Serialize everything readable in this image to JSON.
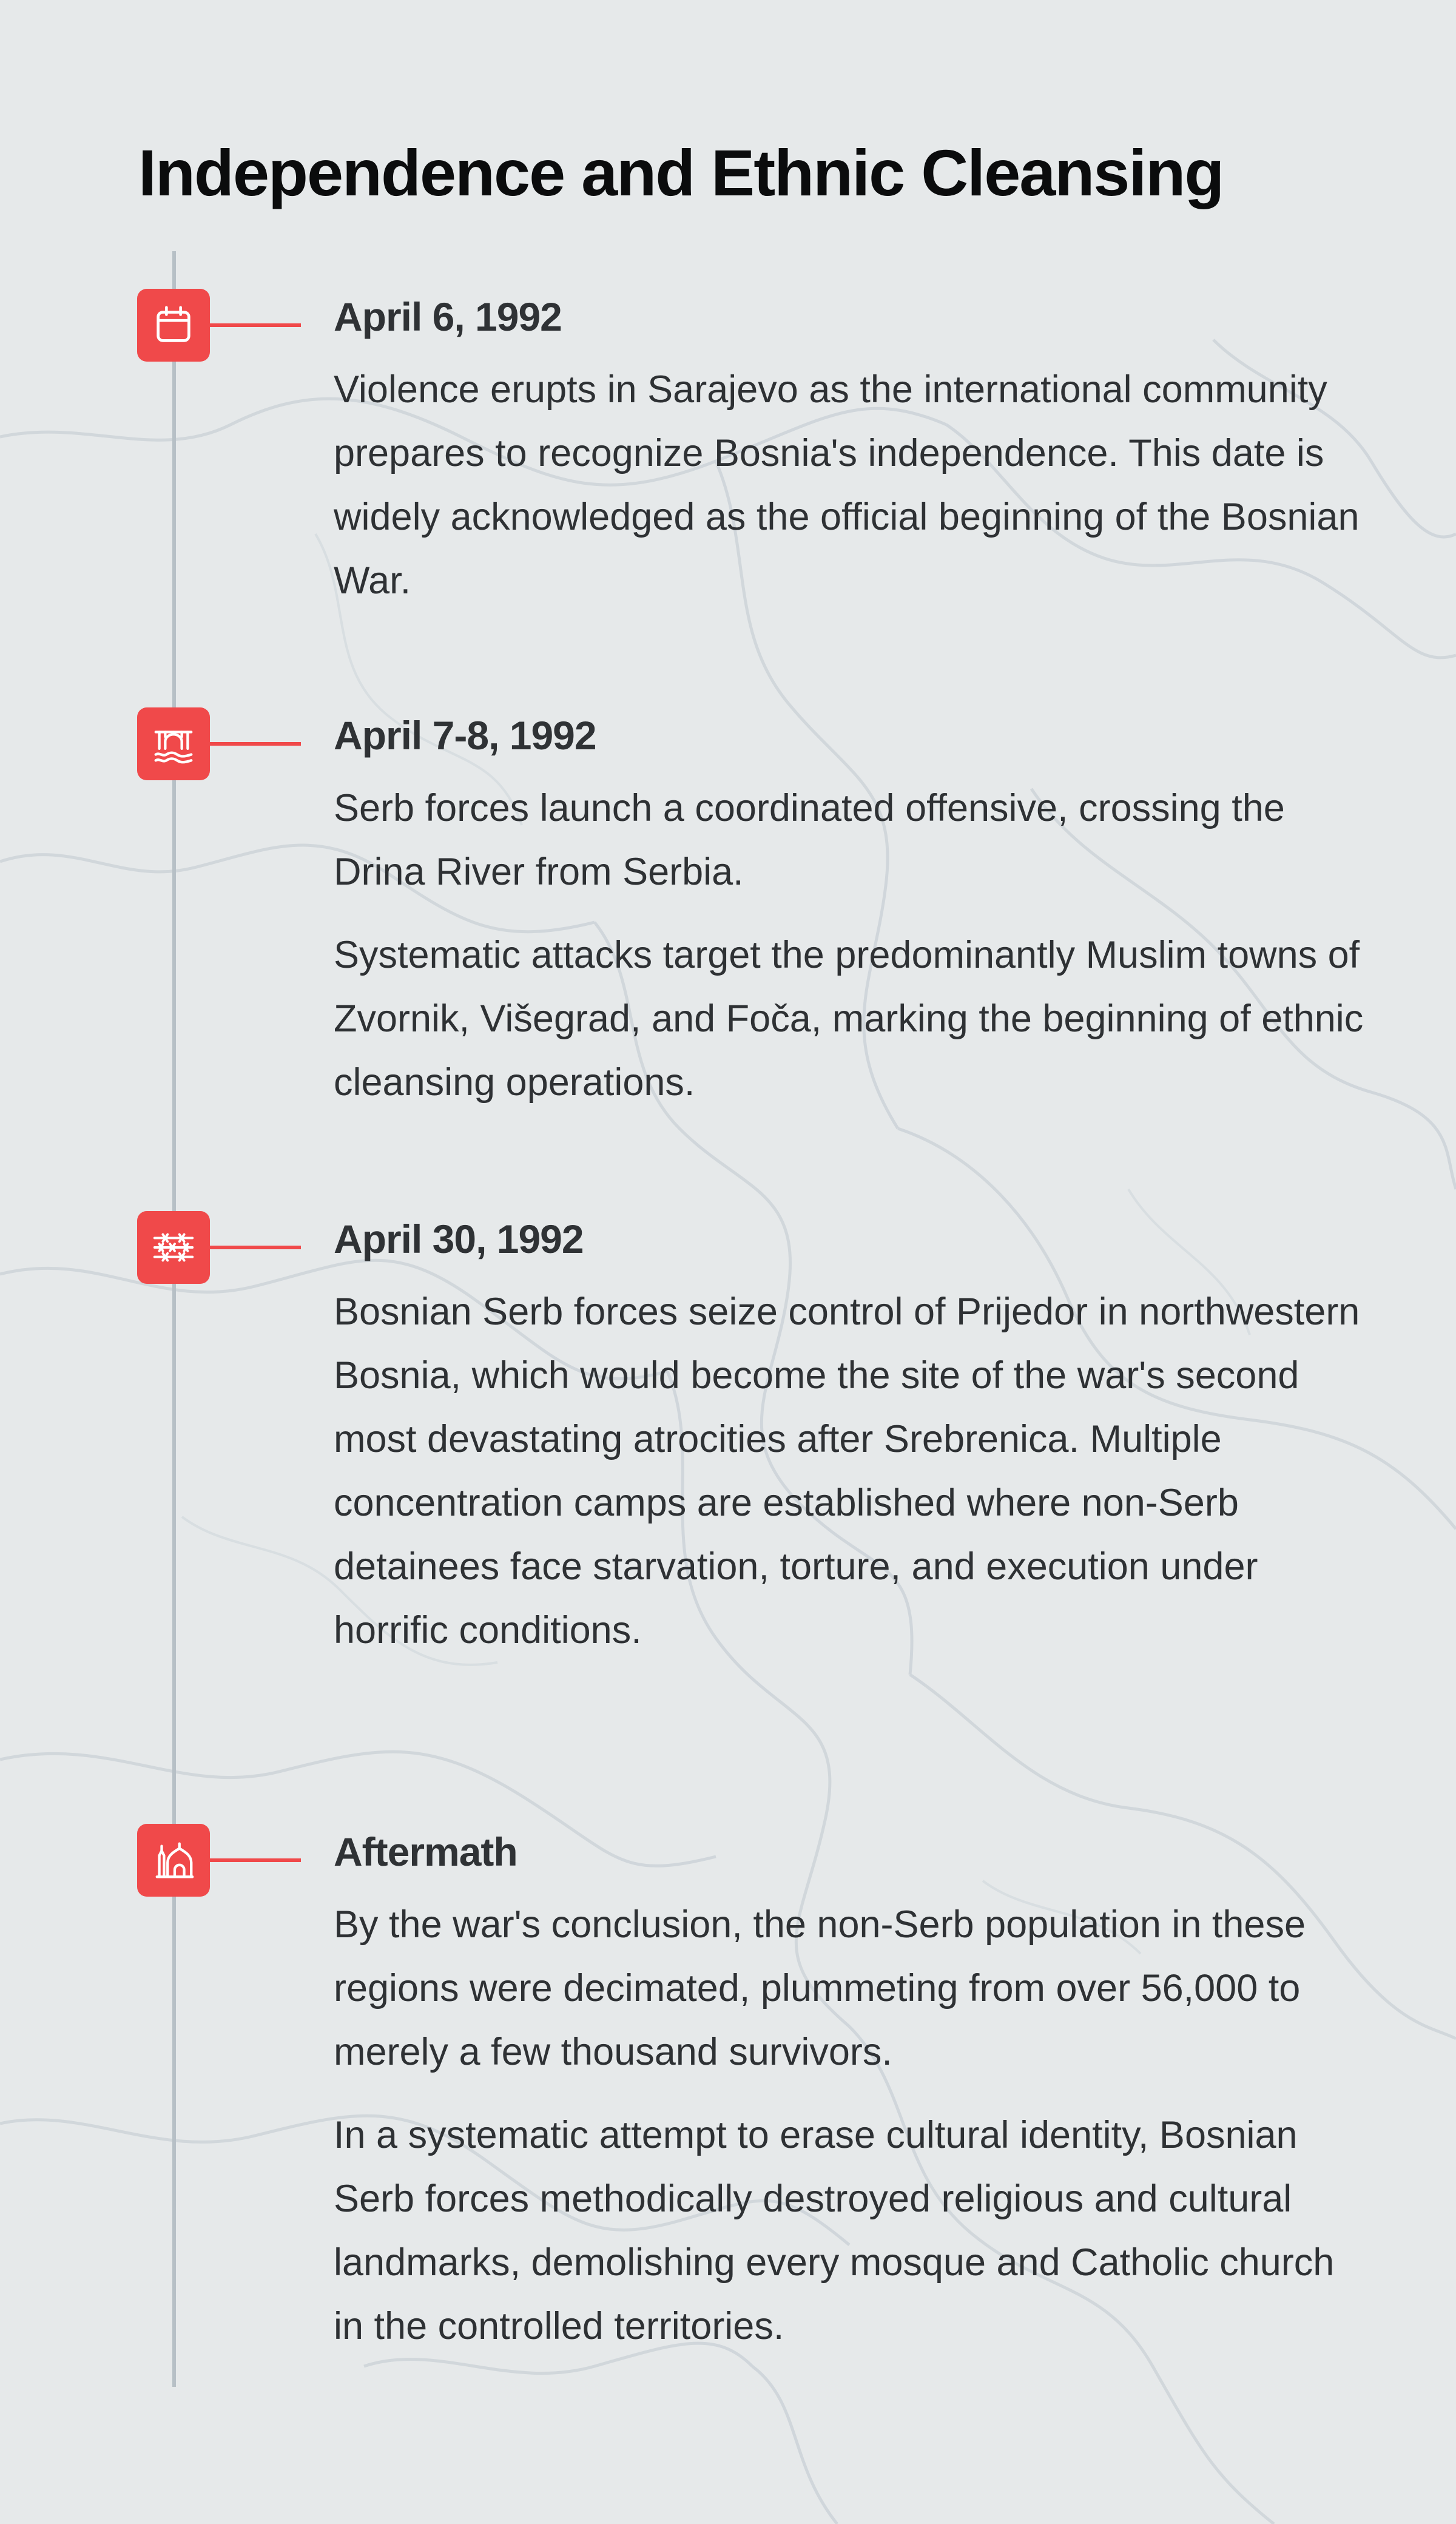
{
  "page": {
    "title": "Independence and Ethnic Cleansing"
  },
  "colors": {
    "accent": "#f0494a",
    "background": "#e6e9ea",
    "timeline": "#b7c0c6",
    "title": "#0b0c0d",
    "text": "#2e3134"
  },
  "timeline": {
    "events": [
      {
        "icon": "calendar-icon",
        "date": "April 6, 1992",
        "paragraphs": [
          "Violence erupts in Sarajevo as the international community prepares to recognize Bosnia's independence. This date is widely acknowledged as the official beginning of the Bosnian War."
        ]
      },
      {
        "icon": "bridge-river-icon",
        "date": "April 7-8, 1992",
        "paragraphs": [
          "Serb forces launch a coordinated offensive, crossing the Drina River from Serbia.",
          "Systematic attacks target the predominantly Muslim towns of Zvornik, Višegrad, and Foča, marking the beginning of ethnic cleansing operations."
        ]
      },
      {
        "icon": "barbed-wire-icon",
        "date": "April 30, 1992",
        "paragraphs": [
          "Bosnian Serb forces seize control of Prijedor in northwestern Bosnia, which would become the site of the war's second most devastating atrocities after Srebrenica. Multiple concentration camps are established where non-Serb detainees face starvation, torture, and execution under horrific conditions."
        ]
      },
      {
        "icon": "mosque-icon",
        "date": "Aftermath",
        "paragraphs": [
          "By the war's conclusion, the non-Serb population in these regions were decimated, plummeting from over 56,000 to merely a few thousand survivors.",
          "In a systematic attempt to erase cultural identity, Bosnian Serb forces methodically destroyed religious and cultural landmarks, demolishing every mosque and Catholic church in the controlled territories."
        ]
      }
    ]
  }
}
